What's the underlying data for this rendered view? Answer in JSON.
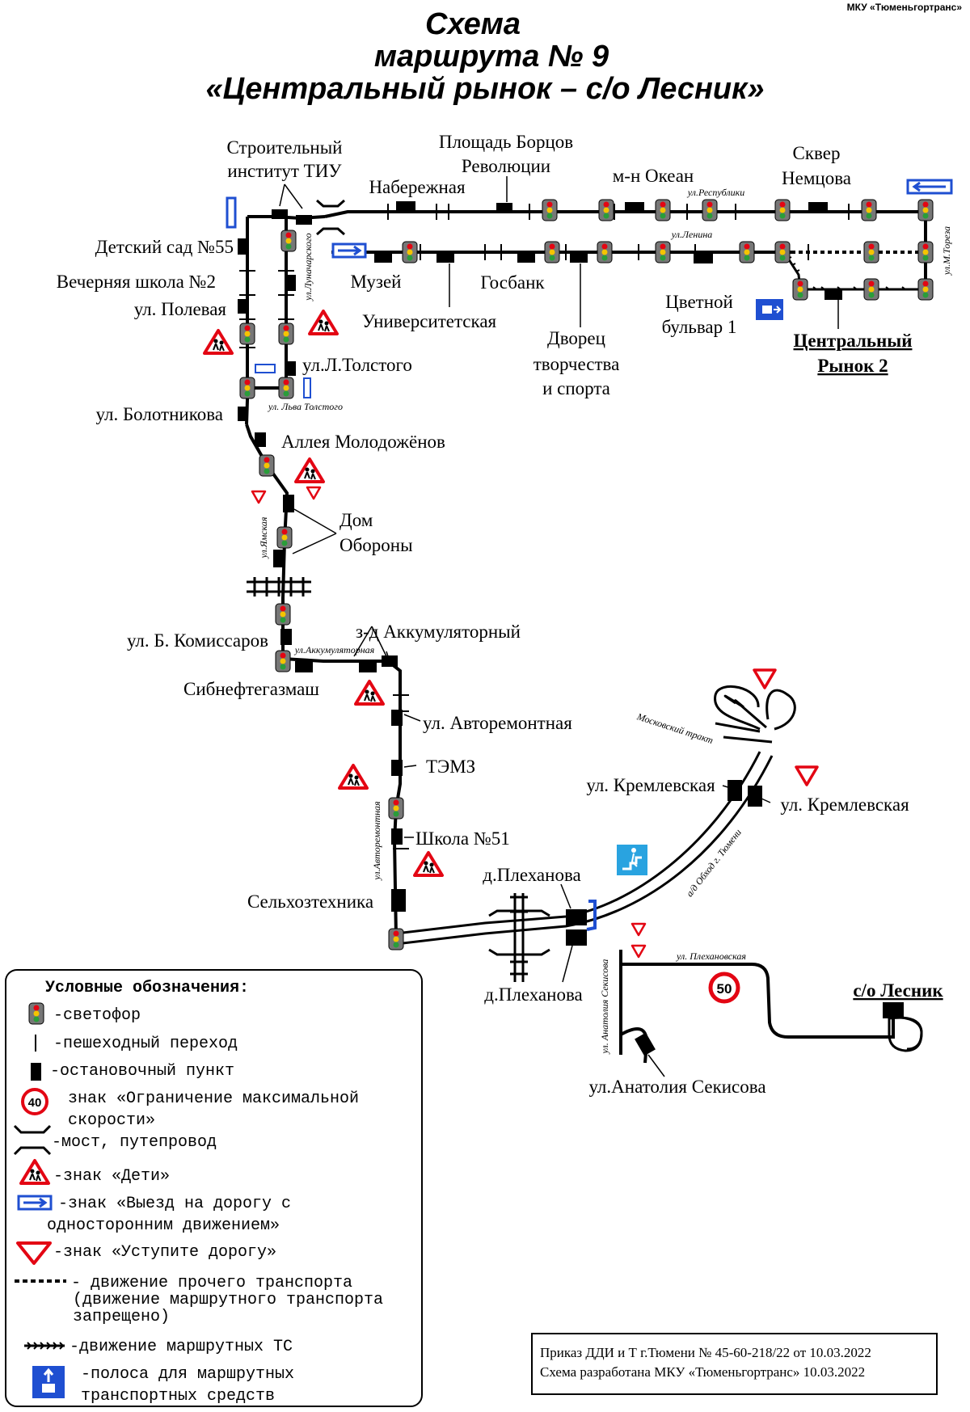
{
  "header": {
    "org": "МКУ «Тюменьгортранс»",
    "title_line1": "Схема",
    "title_line2": "маршрута № 9",
    "title_line3": "«Центральный рынок – с/о Лесник»"
  },
  "stops": {
    "stroitelny_1": "Строительный",
    "stroitelny_2": "институт ТИУ",
    "ploshad_1": "Площадь Борцов",
    "ploshad_2": "Революции",
    "naberezhnaya": "Набережная",
    "okean": "м-н Океан",
    "skver_1": "Сквер",
    "skver_2": "Немцова",
    "detsad": "Детский сад №55",
    "vechernyaya": "Вечерняя школа №2",
    "polevaya": "ул. Полевая",
    "muzey": "Музей",
    "gosbank": "Госбанк",
    "universitetskaya": "Университетская",
    "tsvetnoy_1": "Цветной",
    "tsvetnoy_2": "бульвар 1",
    "dvorets_1": "Дворец",
    "dvorets_2": "творчества",
    "dvorets_3": "и спорта",
    "rynok_1": "Центральный",
    "rynok_2": "Рынок 2",
    "ltolstogo": "ул.Л.Толстого",
    "bolotnikova": "ул. Болотникова",
    "alleya": "Аллея Молодожёнов",
    "dom_1": "Дом",
    "dom_2": "Обороны",
    "komissarov": "ул. Б. Комиссаров",
    "akkum": "з-д Аккумуляторный",
    "sibneft": "Сибнефтегазмаш",
    "avtorem": "ул. Авторемонтная",
    "temz": "ТЭМЗ",
    "shkola51": "Школа №51",
    "selhoz": "Сельхозтехника",
    "plekhanova_top": "д.Плеханова",
    "plekhanova_bottom": "д.Плеханова",
    "kremlev_left": "ул. Кремлевская",
    "kremlev_right": "ул. Кремлевская",
    "sekisova": "ул.Анатолия Секисова",
    "lesnik": "с/о Лесник"
  },
  "streets": {
    "respubliki": "ул.Республики",
    "lenina": "ул.Ленина",
    "toreza": "ул.М.Тореза",
    "lunacharskogo": "ул.Луначарского",
    "lva_tolstogo": "ул. Льва Толстого",
    "yamskaya": "ул.Ямская",
    "akkumulyatornaya": "ул.Аккумуляторная",
    "avtoremontnaya": "ул.Авторемонтная",
    "moskovsky": "Московский тракт",
    "obhod": "а/д Обход г. Тюмени",
    "plekhanovskaya": "ул. Плехановская",
    "sekisova_street": "ул. Анатолия Секисова"
  },
  "speed_sign_value": "50",
  "legend": {
    "title": "Условные обозначения:",
    "items": [
      {
        "icon": "traffic-light-icon",
        "text": "-светофор"
      },
      {
        "icon": "crosswalk-icon",
        "text": "-пешеходный переход"
      },
      {
        "icon": "bus-stop-icon",
        "text": "-остановочный пункт"
      },
      {
        "icon": "speed-limit-icon",
        "text": "знак «Ограничение максимальной",
        "text2": "скорости»",
        "value": "40"
      },
      {
        "icon": "bridge-icon",
        "text": "-мост, путепровод"
      },
      {
        "icon": "children-sign-icon",
        "text": "-знак «Дети»"
      },
      {
        "icon": "one-way-exit-icon",
        "text": "-знак «Выезд на дорогу с",
        "text2": "односторонним движением»"
      },
      {
        "icon": "yield-sign-icon",
        "text": "-знак «Уступите дорогу»"
      },
      {
        "icon": "dashed-line-icon",
        "text": "- движение прочего транспорта",
        "text2": "(движение маршрутного транспорта",
        "text3": "запрещено)"
      },
      {
        "icon": "arrow-line-icon",
        "text": "-движение маршрутных ТС"
      },
      {
        "icon": "bus-lane-icon",
        "text": "-полоса для маршрутных",
        "text2": "транспортных средств"
      }
    ]
  },
  "footer": {
    "line1": "Приказ ДДИ и Т г.Тюмени № 45-60-218/22 от 10.03.2022",
    "line2": "Схема разработана МКУ «Тюменьгортранс» 10.03.2022"
  },
  "colors": {
    "sign_red": "#e30613",
    "sign_blue": "#1f4fd1",
    "lane_blue": "#29a3e0"
  }
}
